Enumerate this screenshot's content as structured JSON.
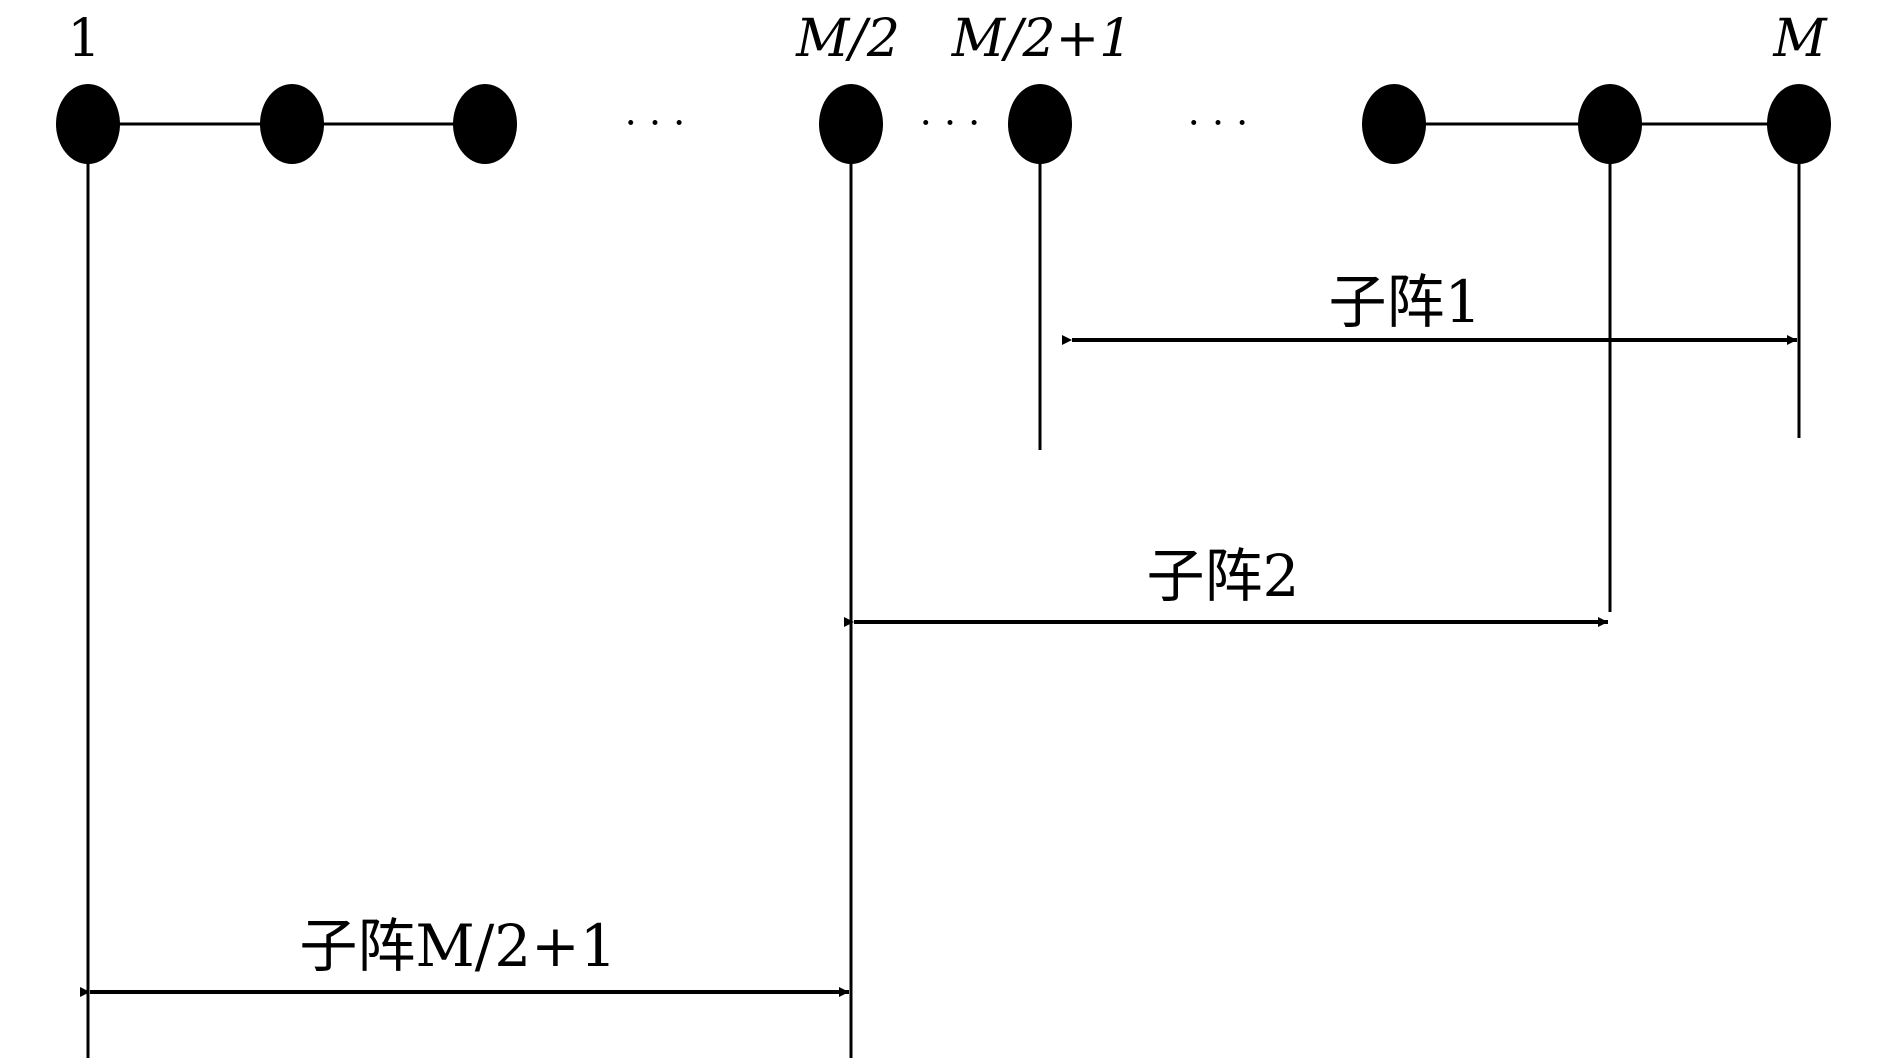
{
  "colors": {
    "ink": "#000000",
    "background": "#ffffff"
  },
  "labels": {
    "first": "1",
    "half": "M/2",
    "half_plus_one": "M/2+1",
    "last": "M"
  },
  "ellipsis": "· · ·",
  "subarrays": [
    {
      "name": "子阵1"
    },
    {
      "name": "子阵2"
    },
    {
      "name": "子阵M/2+1"
    }
  ]
}
